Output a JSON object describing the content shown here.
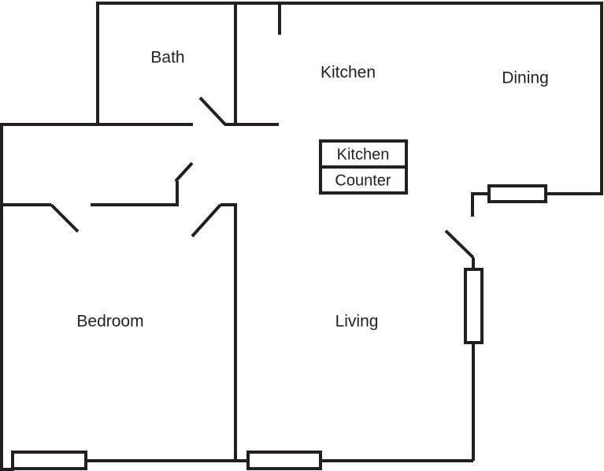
{
  "rooms": {
    "bath": "Bath",
    "kitchen": "Kitchen",
    "dining": "Dining",
    "bedroom": "Bedroom",
    "living": "Living"
  },
  "counter": {
    "line1": "Kitchen",
    "line2": "Counter"
  }
}
